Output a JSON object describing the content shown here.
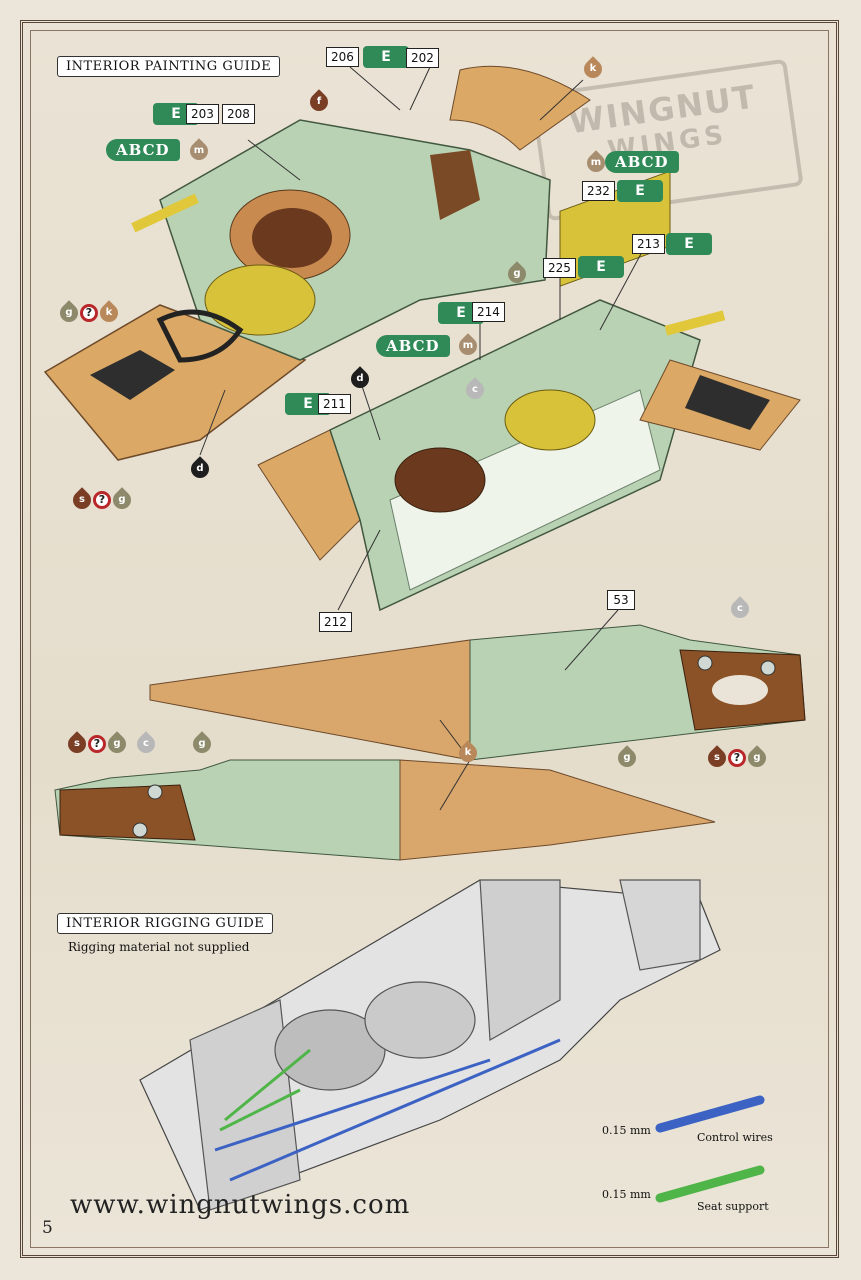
{
  "labels": {
    "painting_guide": "INTERIOR PAINTING GUIDE",
    "rigging_guide": "INTERIOR RIGGING GUIDE",
    "rigging_note": "Rigging material not supplied"
  },
  "watermark": {
    "line1": "WINGNUT",
    "line2": "WINGS"
  },
  "parts": {
    "p206": "206",
    "p202": "202",
    "p203": "203",
    "p208": "208",
    "p232": "232",
    "p213": "213",
    "p225": "225",
    "p214": "214",
    "p211": "211",
    "p212": "212",
    "p53": "53"
  },
  "tags": {
    "e": "E",
    "abcd": "ABCD"
  },
  "paint_codes": {
    "k": "k",
    "f": "f",
    "m": "m",
    "g": "g",
    "d": "d",
    "c": "c",
    "s": "s",
    "q": "?"
  },
  "legend": {
    "size1": "0.15 mm",
    "item1": "Control wires",
    "size2": "0.15 mm",
    "item2": "Seat support"
  },
  "colors": {
    "frame_green": "#b9d2b3",
    "wood_light": "#d9a86a",
    "wood_dark": "#6b3a1e",
    "yellow": "#d8c23a",
    "tag_green": "#2f8a58",
    "wire_blue": "#3c62c4",
    "wire_green": "#4fb548"
  },
  "footer": {
    "site": "www.wingnutwings.com",
    "page": "5"
  }
}
